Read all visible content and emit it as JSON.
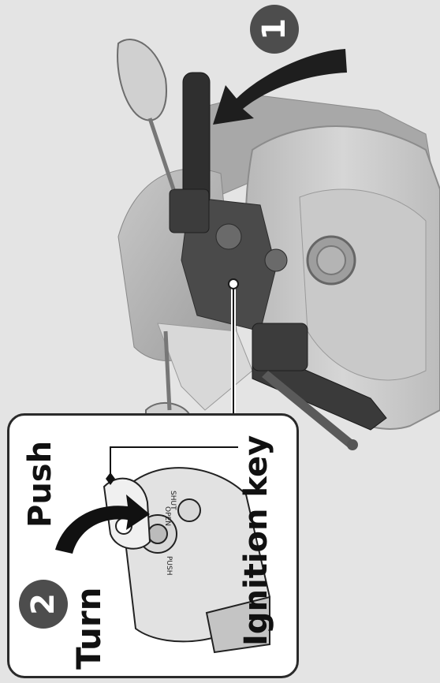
{
  "steps": [
    {
      "number": "1"
    },
    {
      "number": "2"
    }
  ],
  "labels": {
    "push": "Push",
    "turn": "Turn",
    "ignition_key": "Ignition key"
  },
  "key_switch_markings": {
    "shut": "SHUT",
    "open": "OPEN",
    "push": "PUSH"
  },
  "colors": {
    "background": "#e4e4e4",
    "badge": "#4d4d4d",
    "arrow": "#1e1e1e",
    "inset_border": "#2a2a2a"
  }
}
